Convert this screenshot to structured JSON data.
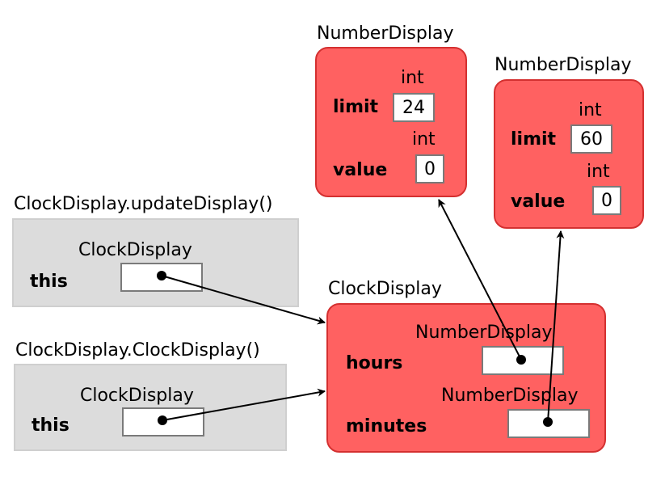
{
  "frames": [
    {
      "title": "ClockDisplay.updateDisplay()",
      "type_label": "ClockDisplay",
      "field": "this"
    },
    {
      "title": "ClockDisplay.ClockDisplay()",
      "type_label": "ClockDisplay",
      "field": "this"
    }
  ],
  "clock_display": {
    "title": "ClockDisplay",
    "fields": [
      {
        "type_label": "NumberDisplay",
        "name": "hours"
      },
      {
        "type_label": "NumberDisplay",
        "name": "minutes"
      }
    ]
  },
  "number_displays": [
    {
      "title": "NumberDisplay",
      "fields": [
        {
          "type_label": "int",
          "name": "limit",
          "value": "24"
        },
        {
          "type_label": "int",
          "name": "value",
          "value": "0"
        }
      ]
    },
    {
      "title": "NumberDisplay",
      "fields": [
        {
          "type_label": "int",
          "name": "limit",
          "value": "60"
        },
        {
          "type_label": "int",
          "name": "value",
          "value": "0"
        }
      ]
    }
  ],
  "colors": {
    "object_fill": "#ff6161",
    "object_border": "#d43030",
    "frame_fill": "#dcdcdc",
    "arrow": "#000000"
  }
}
